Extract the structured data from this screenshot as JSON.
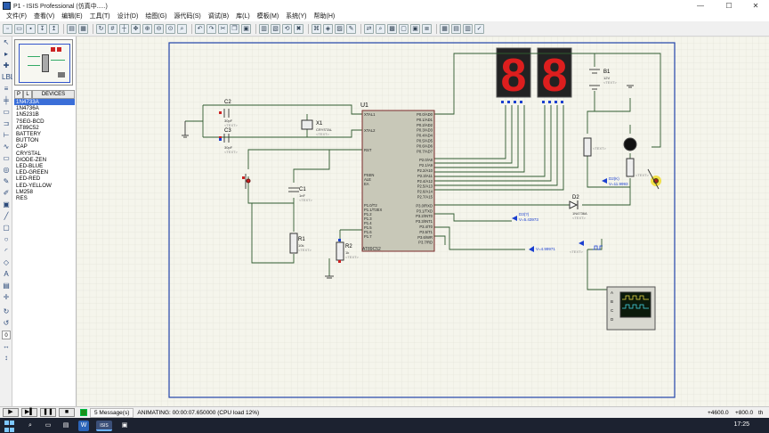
{
  "window": {
    "title": "P1 - ISIS Professional (仿真中.....)",
    "minimize": "—",
    "maximize": "☐",
    "close": "✕"
  },
  "menu": [
    "文件(F)",
    "查看(V)",
    "编辑(E)",
    "工具(T)",
    "设计(D)",
    "绘图(G)",
    "源代码(S)",
    "调试(B)",
    "库(L)",
    "模板(M)",
    "系统(Y)",
    "帮助(H)"
  ],
  "panel": {
    "tab_p": "P",
    "tab_l": "L",
    "tab_devices": "DEVICES",
    "devices": [
      "1N4733A",
      "1N4736A",
      "1N5231B",
      "7SEG-BCD",
      "AT89C52",
      "BATTERY",
      "BUTTON",
      "CAP",
      "CRYSTAL",
      "DIODE-ZEN",
      "LED-BLUE",
      "LED-GREEN",
      "LED-RED",
      "LED-YELLOW",
      "LM258",
      "RES"
    ],
    "selected_device": "1N4733A",
    "rotation_value": "0"
  },
  "schematic": {
    "seg_digits": [
      "8",
      "8"
    ],
    "u1": {
      "ref": "U1",
      "part": "AT89C52",
      "left_pins": [
        "XTAL1",
        "XTAL2",
        "RST",
        "PSEN",
        "ALE",
        "EA",
        "P1.0/T2",
        "P1.1/T2EX",
        "P1.2",
        "P1.3",
        "P1.4",
        "P1.5",
        "P1.6",
        "P1.7"
      ],
      "right_pins": [
        "P0.0/AD0",
        "P0.1/AD1",
        "P0.2/AD2",
        "P0.3/AD3",
        "P0.4/AD4",
        "P0.5/AD5",
        "P0.6/AD6",
        "P0.7/AD7",
        "P2.0/A8",
        "P2.1/A9",
        "P2.2/A10",
        "P2.3/A11",
        "P2.4/A12",
        "P2.5/A13",
        "P2.6/A14",
        "P2.7/A15",
        "P3.0/RXD",
        "P3.1/TXD",
        "P3.2/INT0",
        "P3.3/INT1",
        "P3.4/T0",
        "P3.5/T1",
        "P3.6/WR",
        "P3.7/RD"
      ]
    },
    "c2": {
      "ref": "C2",
      "value": "30pF"
    },
    "c3": {
      "ref": "C3",
      "value": "30pF"
    },
    "x1": {
      "ref": "X1",
      "value": "CRYSTAL"
    },
    "c1": {
      "ref": "C1",
      "value": "1nF"
    },
    "r1": {
      "ref": "R1",
      "value": "10k"
    },
    "r2": {
      "ref": "R2",
      "value": "1k"
    },
    "b1": {
      "ref": "B1",
      "value": "12V"
    },
    "d2": {
      "ref": "D2",
      "value": "1N4736A"
    },
    "text_placeholder": "<TEXT>",
    "probe_v1": "V=11.9993",
    "probe_v2": "V=5.43973",
    "probe_v3": "V=4.99971",
    "probe_d": "D2(K)",
    "probe_d3": "D3(?)",
    "scope_pins": [
      "A",
      "B",
      "C",
      "D"
    ]
  },
  "status": {
    "messages": "5 Message(s)",
    "animating": "ANIMATING: 00:00:07.650000 (CPU load 12%)",
    "coord_x": "+4600.0",
    "coord_y": "+800.0",
    "coord_unit": "th"
  },
  "taskbar": {
    "clock": "17:25",
    "app_label": "ISIS"
  },
  "colors": {
    "sheet": "#f5f5ec",
    "grid": "#dcdcd0",
    "border": "#2244aa",
    "wire": "#2f5a2f",
    "segment": "#dd1e1e",
    "probe": "#1a3fd0"
  }
}
